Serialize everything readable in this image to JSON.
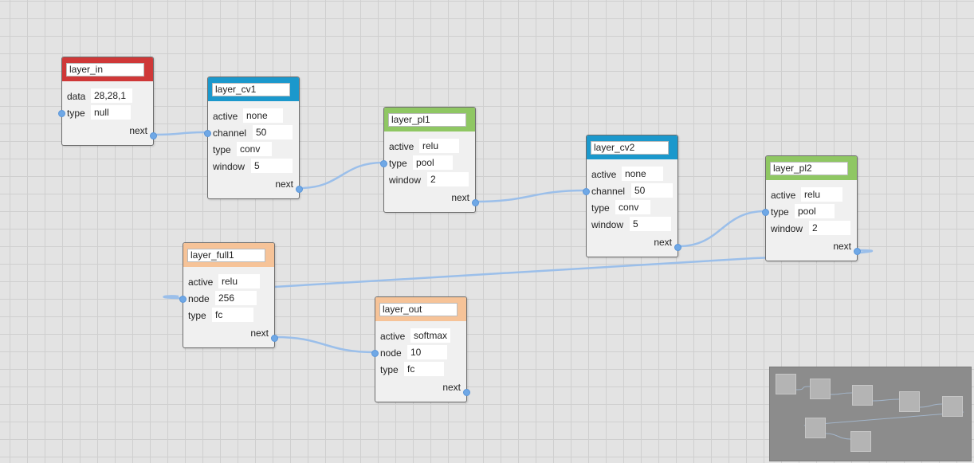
{
  "nodes": [
    {
      "id": "layer_in",
      "title": "layer_in",
      "header_color": "#cf3838",
      "props": [
        {
          "label": "data",
          "value": "28,28,1"
        },
        {
          "label": "type",
          "value": "null"
        }
      ],
      "next_label": "next"
    },
    {
      "id": "layer_cv1",
      "title": "layer_cv1",
      "header_color": "#1b98cc",
      "props": [
        {
          "label": "active",
          "value": "none"
        },
        {
          "label": "channel",
          "value": "50"
        },
        {
          "label": "type",
          "value": "conv"
        },
        {
          "label": "window",
          "value": "5"
        }
      ],
      "next_label": "next"
    },
    {
      "id": "layer_pl1",
      "title": "layer_pl1",
      "header_color": "#8fc763",
      "props": [
        {
          "label": "active",
          "value": "relu"
        },
        {
          "label": "type",
          "value": "pool"
        },
        {
          "label": "window",
          "value": "2"
        }
      ],
      "next_label": "next"
    },
    {
      "id": "layer_cv2",
      "title": "layer_cv2",
      "header_color": "#1b98cc",
      "props": [
        {
          "label": "active",
          "value": "none"
        },
        {
          "label": "channel",
          "value": "50"
        },
        {
          "label": "type",
          "value": "conv"
        },
        {
          "label": "window",
          "value": "5"
        }
      ],
      "next_label": "next"
    },
    {
      "id": "layer_pl2",
      "title": "layer_pl2",
      "header_color": "#8fc763",
      "props": [
        {
          "label": "active",
          "value": "relu"
        },
        {
          "label": "type",
          "value": "pool"
        },
        {
          "label": "window",
          "value": "2"
        }
      ],
      "next_label": "next"
    },
    {
      "id": "layer_full1",
      "title": "layer_full1",
      "header_color": "#f6c398",
      "props": [
        {
          "label": "active",
          "value": "relu"
        },
        {
          "label": "node",
          "value": "256"
        },
        {
          "label": "type",
          "value": "fc"
        }
      ],
      "next_label": "next"
    },
    {
      "id": "layer_out",
      "title": "layer_out",
      "header_color": "#f6c398",
      "props": [
        {
          "label": "active",
          "value": "softmax"
        },
        {
          "label": "node",
          "value": "10"
        },
        {
          "label": "type",
          "value": "fc"
        }
      ],
      "next_label": "next"
    }
  ],
  "connections": [
    {
      "from": "layer_in",
      "to": "layer_cv1"
    },
    {
      "from": "layer_cv1",
      "to": "layer_pl1"
    },
    {
      "from": "layer_pl1",
      "to": "layer_cv2"
    },
    {
      "from": "layer_cv2",
      "to": "layer_pl2"
    },
    {
      "from": "layer_pl2",
      "to": "layer_full1"
    },
    {
      "from": "layer_full1",
      "to": "layer_out"
    }
  ],
  "colors": {
    "wire": "#9bbfea",
    "port": "#6fa8e6",
    "minimap_bg": "#8c8c8c"
  }
}
